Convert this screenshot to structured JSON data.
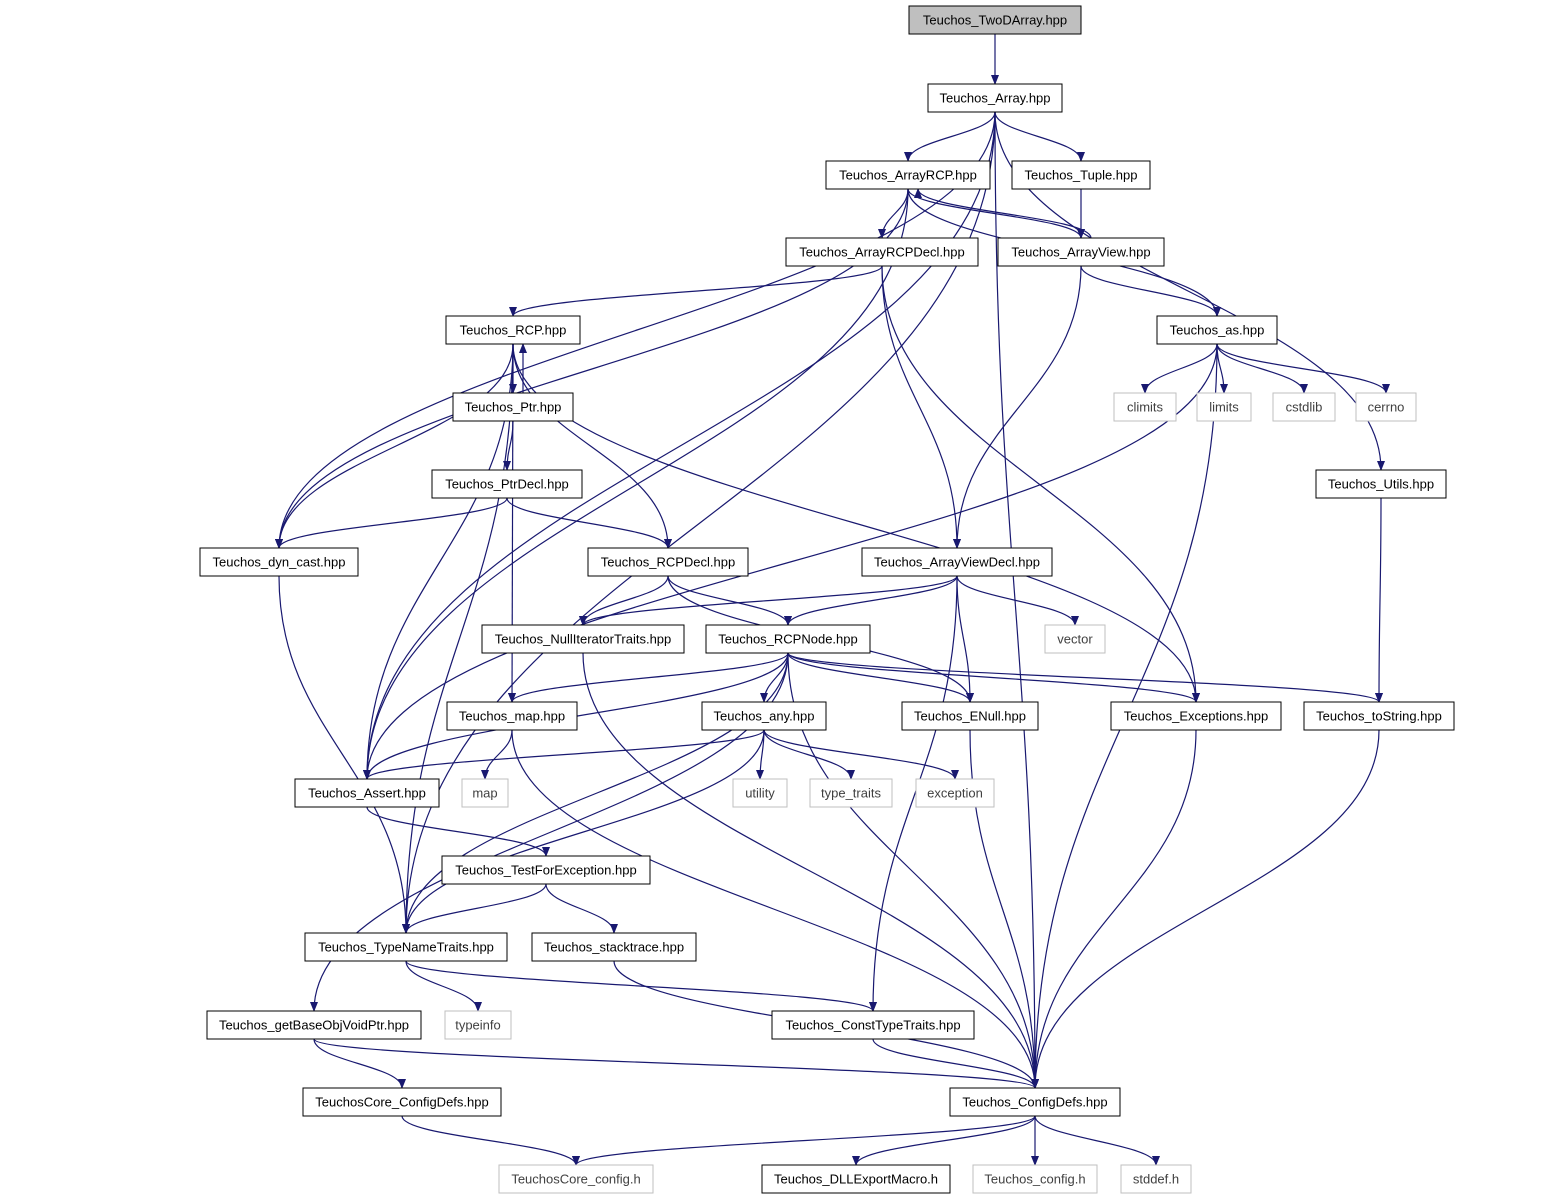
{
  "colors": {
    "edge": "#191970",
    "local_border": "#000000",
    "system_border": "#bfbfbf",
    "root_fill": "#bfbfbf",
    "system_text": "#404040"
  },
  "graph": {
    "nodes": [
      {
        "id": "twod",
        "label": "Teuchos_TwoDArray.hpp",
        "kind": "root"
      },
      {
        "id": "array",
        "label": "Teuchos_Array.hpp",
        "kind": "local"
      },
      {
        "id": "arrayrcp",
        "label": "Teuchos_ArrayRCP.hpp",
        "kind": "local"
      },
      {
        "id": "tuple",
        "label": "Teuchos_Tuple.hpp",
        "kind": "local"
      },
      {
        "id": "arrayrcpdecl",
        "label": "Teuchos_ArrayRCPDecl.hpp",
        "kind": "local"
      },
      {
        "id": "arrayview",
        "label": "Teuchos_ArrayView.hpp",
        "kind": "local"
      },
      {
        "id": "rcp",
        "label": "Teuchos_RCP.hpp",
        "kind": "local"
      },
      {
        "id": "as",
        "label": "Teuchos_as.hpp",
        "kind": "local"
      },
      {
        "id": "ptr",
        "label": "Teuchos_Ptr.hpp",
        "kind": "local"
      },
      {
        "id": "climits",
        "label": "climits",
        "kind": "system"
      },
      {
        "id": "limits",
        "label": "limits",
        "kind": "system"
      },
      {
        "id": "cstdlib",
        "label": "cstdlib",
        "kind": "system"
      },
      {
        "id": "cerrno",
        "label": "cerrno",
        "kind": "system"
      },
      {
        "id": "ptrdecl",
        "label": "Teuchos_PtrDecl.hpp",
        "kind": "local"
      },
      {
        "id": "utils",
        "label": "Teuchos_Utils.hpp",
        "kind": "local"
      },
      {
        "id": "dyncast",
        "label": "Teuchos_dyn_cast.hpp",
        "kind": "local"
      },
      {
        "id": "rcpdecl",
        "label": "Teuchos_RCPDecl.hpp",
        "kind": "local"
      },
      {
        "id": "arrayviewdecl",
        "label": "Teuchos_ArrayViewDecl.hpp",
        "kind": "local"
      },
      {
        "id": "nulliter",
        "label": "Teuchos_NullIteratorTraits.hpp",
        "kind": "local"
      },
      {
        "id": "rcpnode",
        "label": "Teuchos_RCPNode.hpp",
        "kind": "local"
      },
      {
        "id": "vector",
        "label": "vector",
        "kind": "system"
      },
      {
        "id": "map",
        "label": "Teuchos_map.hpp",
        "kind": "local"
      },
      {
        "id": "any",
        "label": "Teuchos_any.hpp",
        "kind": "local"
      },
      {
        "id": "enull",
        "label": "Teuchos_ENull.hpp",
        "kind": "local"
      },
      {
        "id": "exceptions",
        "label": "Teuchos_Exceptions.hpp",
        "kind": "local"
      },
      {
        "id": "tostring",
        "label": "Teuchos_toString.hpp",
        "kind": "local"
      },
      {
        "id": "assert",
        "label": "Teuchos_Assert.hpp",
        "kind": "local"
      },
      {
        "id": "mapsys",
        "label": "map",
        "kind": "system"
      },
      {
        "id": "utility",
        "label": "utility",
        "kind": "system"
      },
      {
        "id": "typetraits",
        "label": "type_traits",
        "kind": "system"
      },
      {
        "id": "exception",
        "label": "exception",
        "kind": "system"
      },
      {
        "id": "testforexc",
        "label": "Teuchos_TestForException.hpp",
        "kind": "local"
      },
      {
        "id": "typename",
        "label": "Teuchos_TypeNameTraits.hpp",
        "kind": "local"
      },
      {
        "id": "stacktrace",
        "label": "Teuchos_stacktrace.hpp",
        "kind": "local"
      },
      {
        "id": "getbase",
        "label": "Teuchos_getBaseObjVoidPtr.hpp",
        "kind": "local"
      },
      {
        "id": "typeinfo",
        "label": "typeinfo",
        "kind": "system"
      },
      {
        "id": "consttype",
        "label": "Teuchos_ConstTypeTraits.hpp",
        "kind": "local"
      },
      {
        "id": "coreconfigdefs",
        "label": "TeuchosCore_ConfigDefs.hpp",
        "kind": "local"
      },
      {
        "id": "configdefs",
        "label": "Teuchos_ConfigDefs.hpp",
        "kind": "local"
      },
      {
        "id": "coreconfig",
        "label": "TeuchosCore_config.h",
        "kind": "system"
      },
      {
        "id": "dllexport",
        "label": "Teuchos_DLLExportMacro.h",
        "kind": "local"
      },
      {
        "id": "tconfig",
        "label": "Teuchos_config.h",
        "kind": "system"
      },
      {
        "id": "stddef",
        "label": "stddef.h",
        "kind": "system"
      }
    ],
    "edges": [
      [
        "twod",
        "array"
      ],
      [
        "array",
        "arrayrcp"
      ],
      [
        "array",
        "tuple"
      ],
      [
        "array",
        "assert"
      ],
      [
        "array",
        "typename"
      ],
      [
        "array",
        "utils"
      ],
      [
        "array",
        "configdefs"
      ],
      [
        "array",
        "dyncast"
      ],
      [
        "arrayrcp",
        "arrayrcpdecl"
      ],
      [
        "arrayrcp",
        "arrayview"
      ],
      [
        "arrayrcp",
        "as"
      ],
      [
        "arrayrcp",
        "assert"
      ],
      [
        "arrayrcp",
        "dyncast"
      ],
      [
        "tuple",
        "arrayview"
      ],
      [
        "arrayrcpdecl",
        "rcp"
      ],
      [
        "arrayrcpdecl",
        "arrayviewdecl"
      ],
      [
        "arrayrcpdecl",
        "exceptions"
      ],
      [
        "arrayview",
        "arrayrcp"
      ],
      [
        "arrayview",
        "arrayviewdecl"
      ],
      [
        "arrayview",
        "as"
      ],
      [
        "rcp",
        "ptr"
      ],
      [
        "rcp",
        "dyncast"
      ],
      [
        "rcp",
        "rcpdecl"
      ],
      [
        "rcp",
        "map"
      ],
      [
        "rcp",
        "typename"
      ],
      [
        "rcp",
        "assert"
      ],
      [
        "rcp",
        "exceptions"
      ],
      [
        "ptr",
        "rcp"
      ],
      [
        "ptr",
        "ptrdecl"
      ],
      [
        "ptrdecl",
        "dyncast"
      ],
      [
        "ptrdecl",
        "rcpdecl"
      ],
      [
        "as",
        "climits"
      ],
      [
        "as",
        "limits"
      ],
      [
        "as",
        "cstdlib"
      ],
      [
        "as",
        "cerrno"
      ],
      [
        "as",
        "assert"
      ],
      [
        "as",
        "configdefs"
      ],
      [
        "utils",
        "tostring"
      ],
      [
        "dyncast",
        "typename"
      ],
      [
        "rcpdecl",
        "nulliter"
      ],
      [
        "rcpdecl",
        "rcpnode"
      ],
      [
        "rcpdecl",
        "enull"
      ],
      [
        "arrayviewdecl",
        "nulliter"
      ],
      [
        "arrayviewdecl",
        "rcpnode"
      ],
      [
        "arrayviewdecl",
        "enull"
      ],
      [
        "arrayviewdecl",
        "vector"
      ],
      [
        "arrayviewdecl",
        "consttype"
      ],
      [
        "nulliter",
        "configdefs"
      ],
      [
        "rcpnode",
        "map"
      ],
      [
        "rcpnode",
        "any"
      ],
      [
        "rcpnode",
        "enull"
      ],
      [
        "rcpnode",
        "exceptions"
      ],
      [
        "rcpnode",
        "tostring"
      ],
      [
        "rcpnode",
        "assert"
      ],
      [
        "rcpnode",
        "typename"
      ],
      [
        "rcpnode",
        "getbase"
      ],
      [
        "rcpnode",
        "configdefs"
      ],
      [
        "map",
        "mapsys"
      ],
      [
        "map",
        "configdefs"
      ],
      [
        "any",
        "assert"
      ],
      [
        "any",
        "utility"
      ],
      [
        "any",
        "typetraits"
      ],
      [
        "any",
        "exception"
      ],
      [
        "any",
        "typename"
      ],
      [
        "enull",
        "configdefs"
      ],
      [
        "exceptions",
        "configdefs"
      ],
      [
        "tostring",
        "configdefs"
      ],
      [
        "assert",
        "testforexc"
      ],
      [
        "testforexc",
        "typename"
      ],
      [
        "testforexc",
        "stacktrace"
      ],
      [
        "typename",
        "typeinfo"
      ],
      [
        "typename",
        "consttype"
      ],
      [
        "stacktrace",
        "configdefs"
      ],
      [
        "getbase",
        "coreconfigdefs"
      ],
      [
        "getbase",
        "configdefs"
      ],
      [
        "consttype",
        "configdefs"
      ],
      [
        "coreconfigdefs",
        "coreconfig"
      ],
      [
        "configdefs",
        "coreconfig"
      ],
      [
        "configdefs",
        "dllexport"
      ],
      [
        "configdefs",
        "tconfig"
      ],
      [
        "configdefs",
        "stddef"
      ]
    ]
  }
}
